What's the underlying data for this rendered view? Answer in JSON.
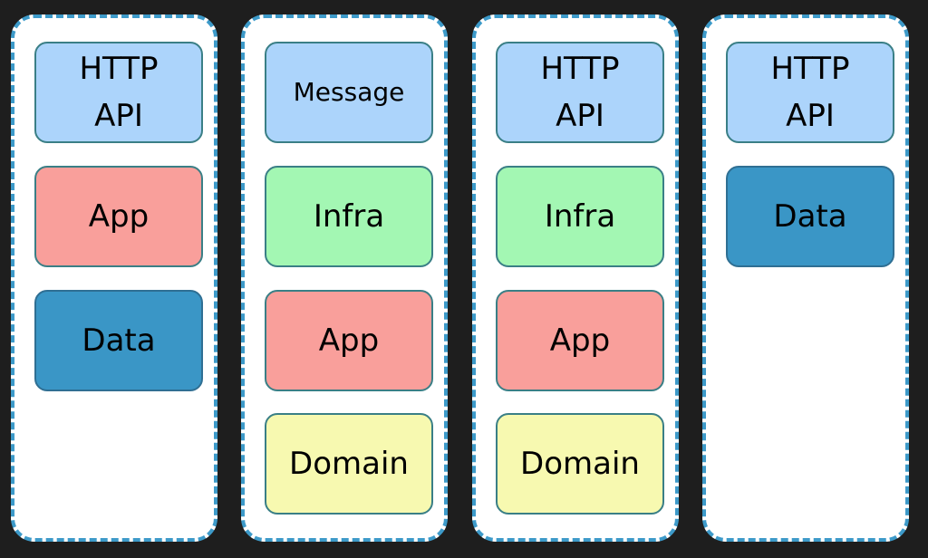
{
  "colors": {
    "background": "#1e1e1e",
    "service_border": "#3d9ac9",
    "api": "#acd4fb",
    "app": "#f99f9b",
    "data": "#3a96c6",
    "infra": "#a3f7b3",
    "domain": "#f7f9b0"
  },
  "services": [
    {
      "layers": [
        {
          "type": "api",
          "label": "HTTP\nAPI"
        },
        {
          "type": "app",
          "label": "App"
        },
        {
          "type": "data",
          "label": "Data"
        }
      ]
    },
    {
      "layers": [
        {
          "type": "api",
          "label": "Message"
        },
        {
          "type": "infra",
          "label": "Infra"
        },
        {
          "type": "app",
          "label": "App"
        },
        {
          "type": "domain",
          "label": "Domain"
        }
      ]
    },
    {
      "layers": [
        {
          "type": "api",
          "label": "HTTP\nAPI"
        },
        {
          "type": "infra",
          "label": "Infra"
        },
        {
          "type": "app",
          "label": "App"
        },
        {
          "type": "domain",
          "label": "Domain"
        }
      ]
    },
    {
      "layers": [
        {
          "type": "api",
          "label": "HTTP\nAPI"
        },
        {
          "type": "data",
          "label": "Data"
        }
      ]
    }
  ]
}
